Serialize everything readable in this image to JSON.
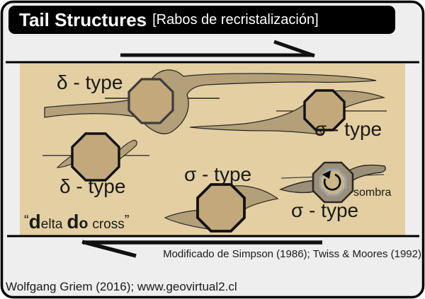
{
  "title": {
    "main": "Tail Structures",
    "sub": "[Rabos de recristalización]"
  },
  "labels": {
    "delta_top": "δ - type",
    "sigma_top_right": "σ - type",
    "delta_mid_left": "δ - type",
    "sigma_bottom_mid": "σ - type",
    "sigma_bottom_right": "σ - type",
    "sombra": "sombra"
  },
  "mnemonic": {
    "open_quote": "“",
    "d1": "d",
    "elta": "elta",
    "d2": "d",
    "o": "o",
    "cross": "cross",
    "close_quote": "”"
  },
  "citation": "Modificado de Simpson (1986); Twiss & Moores (1992)",
  "credit": "Wolfgang Griem (2016); www.geovirtual2.cl",
  "icons": {
    "shear_top": "shear-sense-half-arrow-right",
    "shear_bottom": "shear-sense-half-arrow-left",
    "rotation": "counterclockwise-rotation-arrow"
  },
  "colors": {
    "frame_bg": "#eeeeee",
    "title_bg": "#000000",
    "title_fg": "#ffffff",
    "zone_bg": "#e3cfa2",
    "clast": "#c2a87a",
    "tail": "#b3a078",
    "sombra_fill": "#9b9077",
    "sombra_ring": "#9aa0ac",
    "sombra_core": "#cab686",
    "ink": "#1a1a1a"
  }
}
